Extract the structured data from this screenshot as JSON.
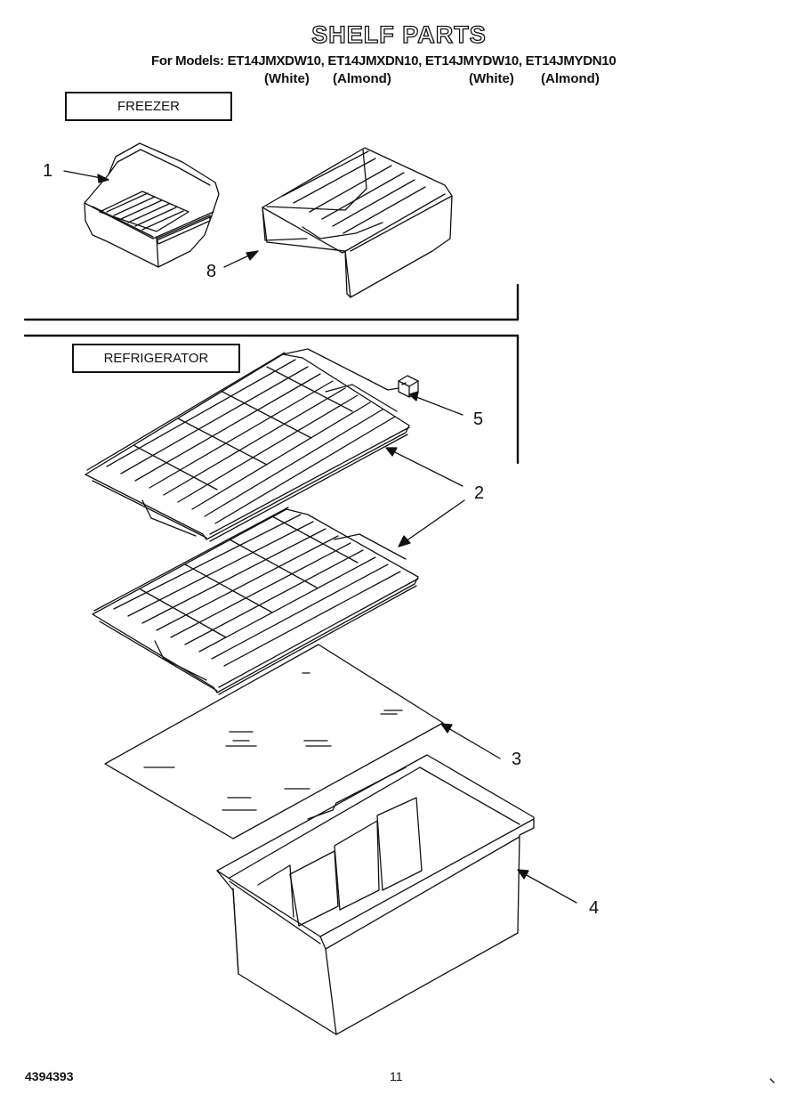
{
  "header": {
    "title": "SHELF PARTS",
    "models_line": "For Models: ET14JMXDW10, ET14JMXDN10, ET14JMYDW10, ET14JMYDN10",
    "colors": [
      "(White)",
      "(Almond)",
      "(White)",
      "(Almond)"
    ]
  },
  "sections": {
    "freezer": "FREEZER",
    "refrigerator": "REFRIGERATOR"
  },
  "callouts": [
    "1",
    "8",
    "5",
    "2",
    "3",
    "4"
  ],
  "footer": {
    "doc_number": "4394393",
    "page_number": "11"
  }
}
